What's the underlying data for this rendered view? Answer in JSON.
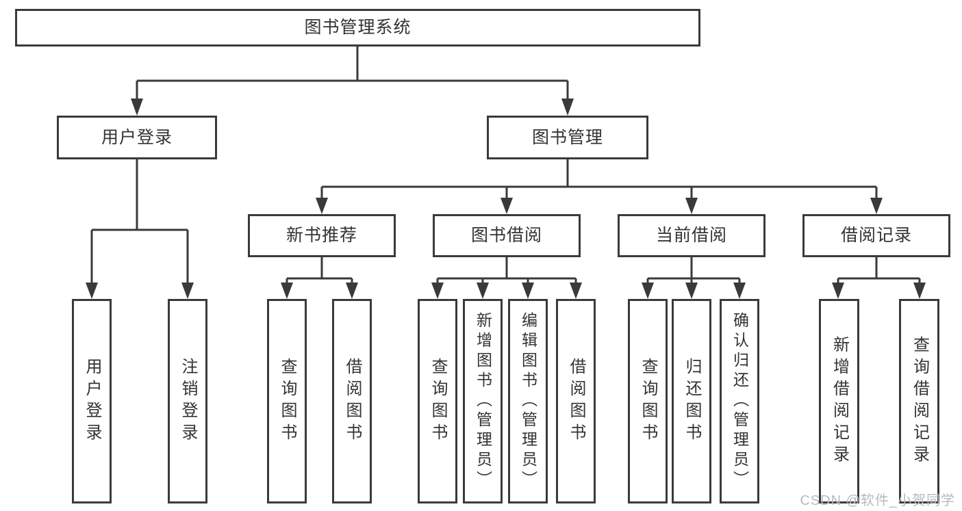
{
  "diagram": {
    "root": {
      "label": "图书管理系统"
    },
    "nodes": {
      "user_login": {
        "label": "用户登录",
        "children": [
          "用户登录",
          "注销登录"
        ]
      },
      "book_management": {
        "label": "图书管理",
        "groups": {
          "new_book_recommend": {
            "label": "新书推荐",
            "children": [
              "查询图书",
              "借阅图书"
            ]
          },
          "book_borrowing": {
            "label": "图书借阅",
            "children": [
              "查询图书",
              "新增图书（管理员）",
              "编辑图书（管理员）",
              "借阅图书"
            ]
          },
          "current_borrowing": {
            "label": "当前借阅",
            "children": [
              "查询图书",
              "归还图书",
              "确认归还（管理员）"
            ]
          },
          "borrowing_records": {
            "label": "借阅记录",
            "children": [
              "新增借阅记录",
              "查询借阅记录"
            ]
          }
        }
      }
    }
  },
  "watermark": "CSDN @软件_小贺同学",
  "colors": {
    "line": "#3a3a3a",
    "text": "#333333",
    "watermark": "#b6bac0",
    "background": "#ffffff"
  }
}
